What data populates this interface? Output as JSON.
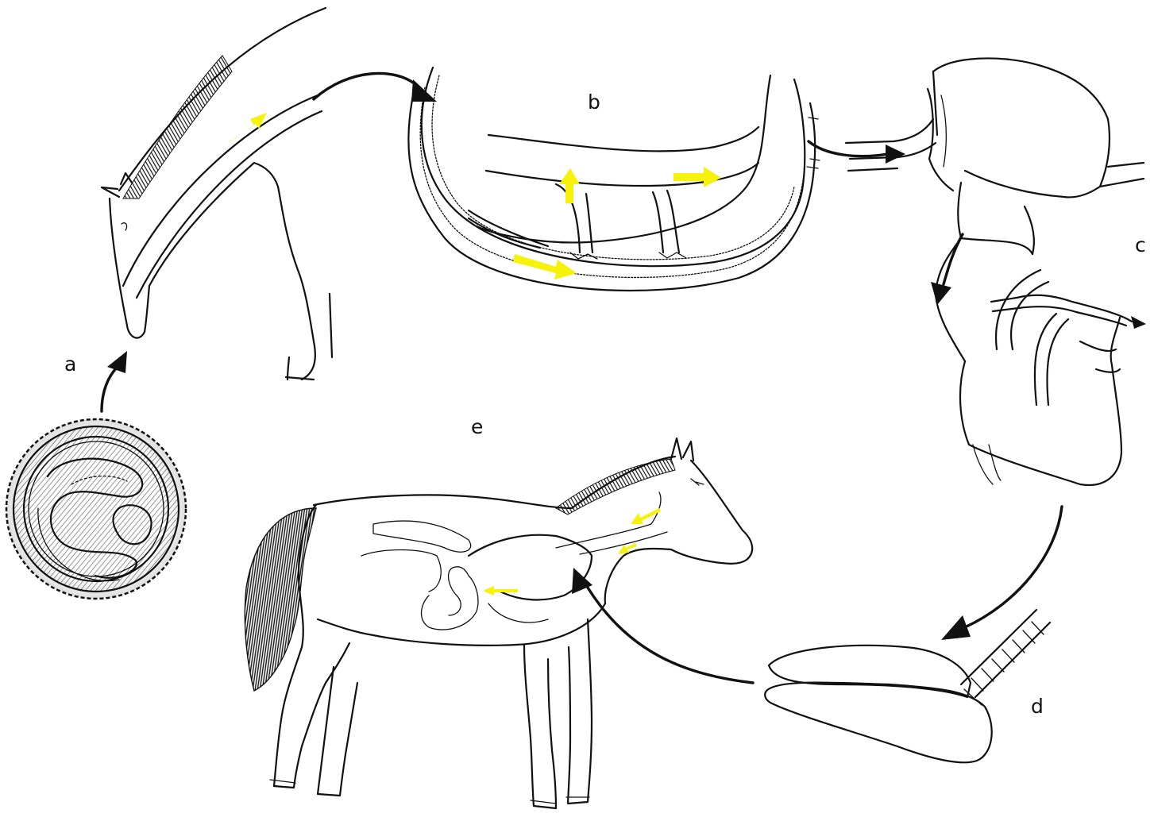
{
  "labels": {
    "a": "a",
    "b": "b",
    "c": "c",
    "d": "d",
    "e": "e"
  },
  "colors": {
    "ink": "#111111",
    "flow_arrow": "#f7f20a",
    "background": "#ffffff"
  }
}
